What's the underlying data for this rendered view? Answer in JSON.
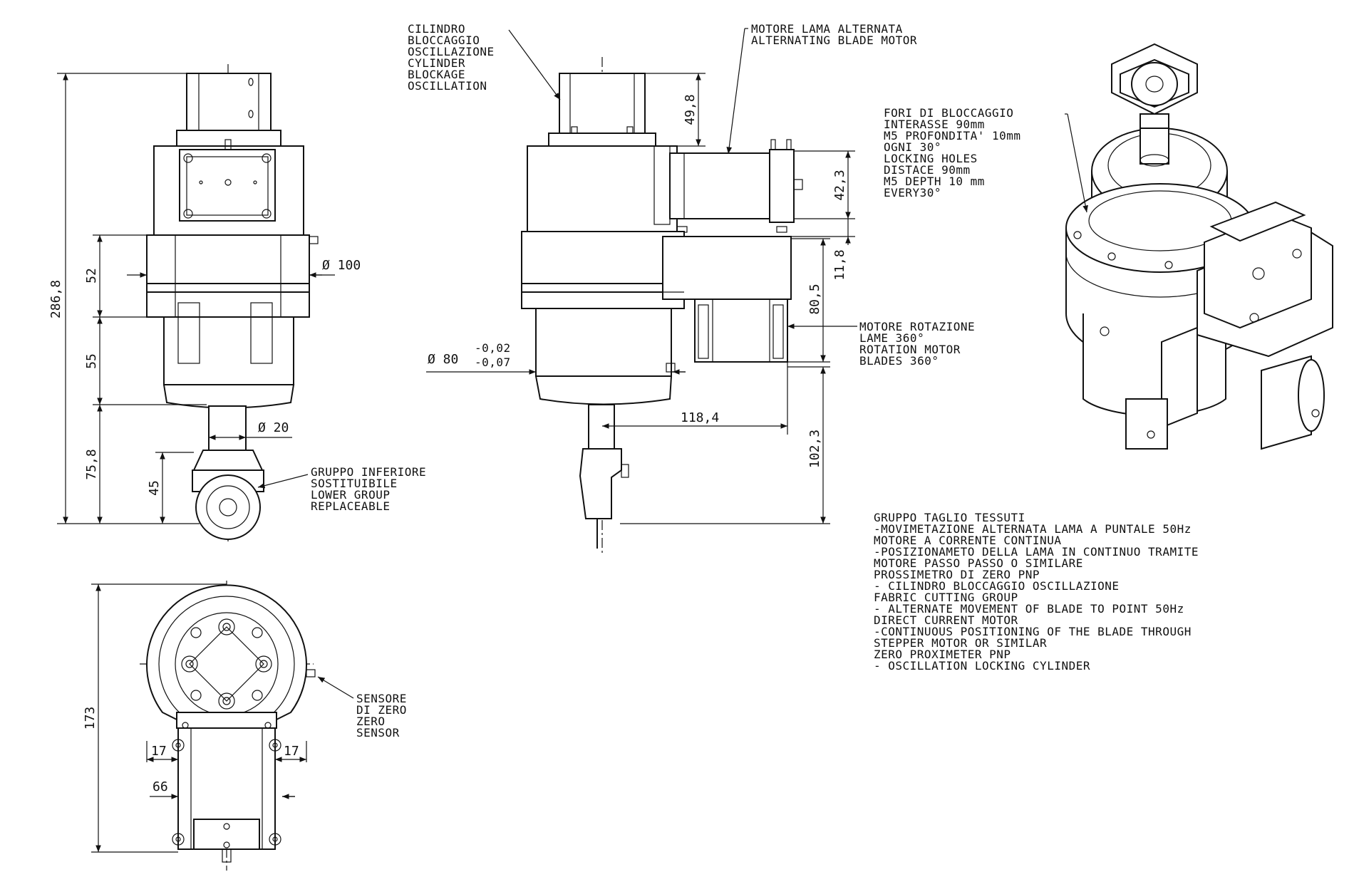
{
  "labels": {
    "cylinder_it": [
      "CILINDRO",
      "BLOCCAGGIO",
      "OSCILLAZIONE"
    ],
    "cylinder_en": [
      "CYLINDER",
      "BLOCKAGE",
      "OSCILLATION"
    ],
    "blade_motor": [
      "MOTORE LAMA ALTERNATA",
      "ALTERNATING BLADE MOTOR"
    ],
    "locking_holes": [
      "FORI DI BLOCCAGGIO",
      "INTERASSE 90mm",
      "M5 PROFONDITA' 10mm",
      "OGNI 30°",
      "LOCKING HOLES",
      "DISTACE 90mm",
      "M5 DEPTH 10 mm",
      "EVERY30°"
    ],
    "rotation_motor": [
      "MOTORE ROTAZIONE",
      "LAME 360°",
      "ROTATION MOTOR",
      "BLADES 360°"
    ],
    "lower_group": [
      "GRUPPO INFERIORE",
      "SOSTITUIBILE",
      "LOWER GROUP",
      "REPLACEABLE"
    ],
    "zero_sensor": [
      "SENSORE",
      "DI ZERO",
      "ZERO",
      "SENSOR"
    ],
    "description": [
      "GRUPPO TAGLIO TESSUTI",
      "-MOVIMETAZIONE ALTERNATA LAMA A PUNTALE 50Hz",
      " MOTORE A CORRENTE CONTINUA",
      "-POSIZIONAMETO DELLA LAMA IN CONTINUO TRAMITE",
      " MOTORE PASSO PASSO O SIMILARE",
      " PROSSIMETRO DI ZERO PNP",
      "- CILINDRO BLOCCAGGIO OSCILLAZIONE",
      "FABRIC CUTTING GROUP",
      "- ALTERNATE MOVEMENT OF BLADE TO POINT 50Hz",
      " DIRECT CURRENT MOTOR",
      "-CONTINUOUS POSITIONING OF THE BLADE THROUGH",
      " STEPPER MOTOR OR SIMILAR",
      " ZERO PROXIMETER PNP",
      "- OSCILLATION LOCKING CYLINDER"
    ]
  },
  "dimensions": {
    "total_height": "286,8",
    "d52": "52",
    "d55": "55",
    "d75": "75,8",
    "d45": "45",
    "dia100": "Ø 100",
    "dia20": "Ø 20",
    "d49": "49,8",
    "d42": "42,3",
    "d11": "11,8",
    "d80": "80,5",
    "d102": "102,3",
    "d118": "118,4",
    "dia80": "Ø 80",
    "tol_upper": "-0,02",
    "tol_lower": "-0,07",
    "d173": "173",
    "d17a": "17",
    "d17b": "17",
    "d66": "66"
  }
}
